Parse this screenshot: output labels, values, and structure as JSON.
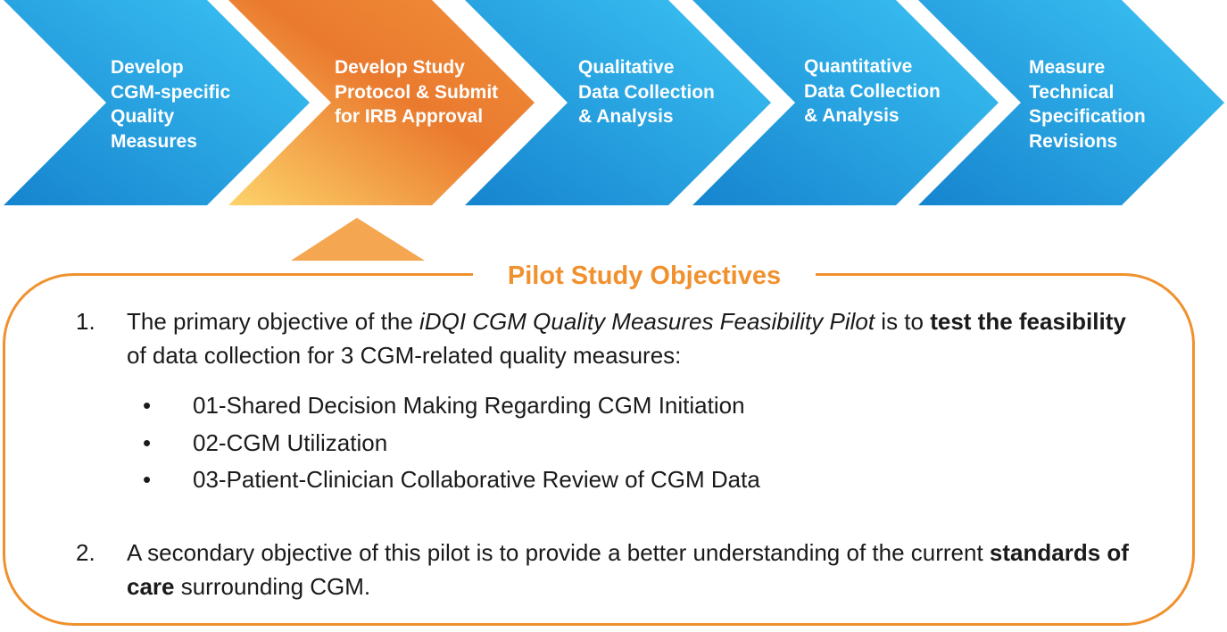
{
  "process_steps": [
    {
      "label": "Develop\nCGM-specific\nQuality\nMeasures",
      "highlighted": false
    },
    {
      "label": "Develop Study\nProtocol & Submit\nfor IRB Approval",
      "highlighted": true
    },
    {
      "label": "Qualitative\nData Collection\n& Analysis",
      "highlighted": false
    },
    {
      "label": "Quantitative\nData Collection\n& Analysis",
      "highlighted": false
    },
    {
      "label": "Measure\nTechnical\nSpecification\nRevisions",
      "highlighted": false
    }
  ],
  "colors": {
    "blue_dark": "#1684cf",
    "blue_light": "#3cc4f4",
    "orange_dark": "#ea7a2e",
    "orange_light": "#fdd36a",
    "accent": "#f0912e",
    "text": "#1a1a1a"
  },
  "objectives": {
    "title": "Pilot Study Objectives",
    "items": [
      {
        "number": "1.",
        "text_1": "The primary objective of the ",
        "text_italic": "iDQI CGM Quality Measures Feasibility Pilot",
        "text_2": " is to ",
        "text_bold": "test the feasibility",
        "text_3": " of data collection for 3 CGM-related quality measures:",
        "bullets": [
          "01-Shared Decision Making Regarding CGM Initiation",
          "02-CGM Utilization",
          "03-Patient-Clinician Collaborative Review of CGM Data"
        ],
        "bullet_symbol": "•"
      },
      {
        "number": "2.",
        "text_1": "A secondary objective of this pilot is to provide a better understanding of the current ",
        "text_bold": "standards of care",
        "text_2": " surrounding CGM."
      }
    ]
  }
}
